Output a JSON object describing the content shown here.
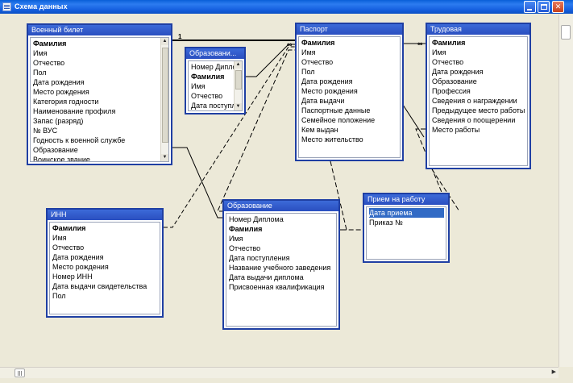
{
  "window": {
    "title": "Схема данных"
  },
  "colors": {
    "title_bar": "#2563e0",
    "table_header": "#3459cc",
    "table_border": "#1f3fa3",
    "relation_line": "#000000",
    "selection": "#316ac5"
  },
  "tables": {
    "military": {
      "title": "Военный билет",
      "fields": [
        "Фамилия",
        "Имя",
        "Отчество",
        "Пол",
        "Дата рождения",
        "Место рождения",
        "Категория годности",
        "Наименование профиля",
        "Запас (разряд)",
        "№ ВУС",
        "Годность к военной службе",
        "Образование",
        "Воинское звание"
      ]
    },
    "education_small": {
      "title": "Образовани...",
      "fields": [
        "Номер Диплома",
        "Фамилия",
        "Имя",
        "Отчество",
        "Дата поступления"
      ]
    },
    "passport": {
      "title": "Паспорт",
      "fields": [
        "Фамилия",
        "Имя",
        "Отчество",
        "Пол",
        "Дата рождения",
        "Место рождения",
        "Дата выдачи",
        "Паспортные данные",
        "Семейное положение",
        "Кем выдан",
        "Место жительство"
      ]
    },
    "workbook": {
      "title": "Трудовая",
      "fields": [
        "Фамилия",
        "Имя",
        "Отчество",
        "Дата рождения",
        "Образование",
        "Профессия",
        "Сведения о награждении",
        "Предыдущее место работы",
        "Сведения о поощерении",
        "Место работы"
      ]
    },
    "inn": {
      "title": "ИНН",
      "fields": [
        "Фамилия",
        "Имя",
        "Отчество",
        "Дата рождения",
        "Место рождения",
        "Номер ИНН",
        "Дата выдачи свидетельства",
        "Пол"
      ]
    },
    "education": {
      "title": "Образование",
      "fields": [
        "Номер Диплома",
        "Фамилия",
        "Имя",
        "Отчество",
        "Дата поступления",
        "Название учебного заведения",
        "Дата выдачи диплома",
        "Присвоенная квалификация"
      ]
    },
    "hiring": {
      "title": "Прием на работу",
      "fields": [
        "Дата приема",
        "Приказ №"
      ]
    }
  },
  "relations": {
    "label_one": "1",
    "label_many": "∞"
  },
  "icons": {
    "app": "app-window-icon",
    "minimize": "minimize-icon",
    "maximize": "maximize-icon",
    "close": "close-icon"
  }
}
